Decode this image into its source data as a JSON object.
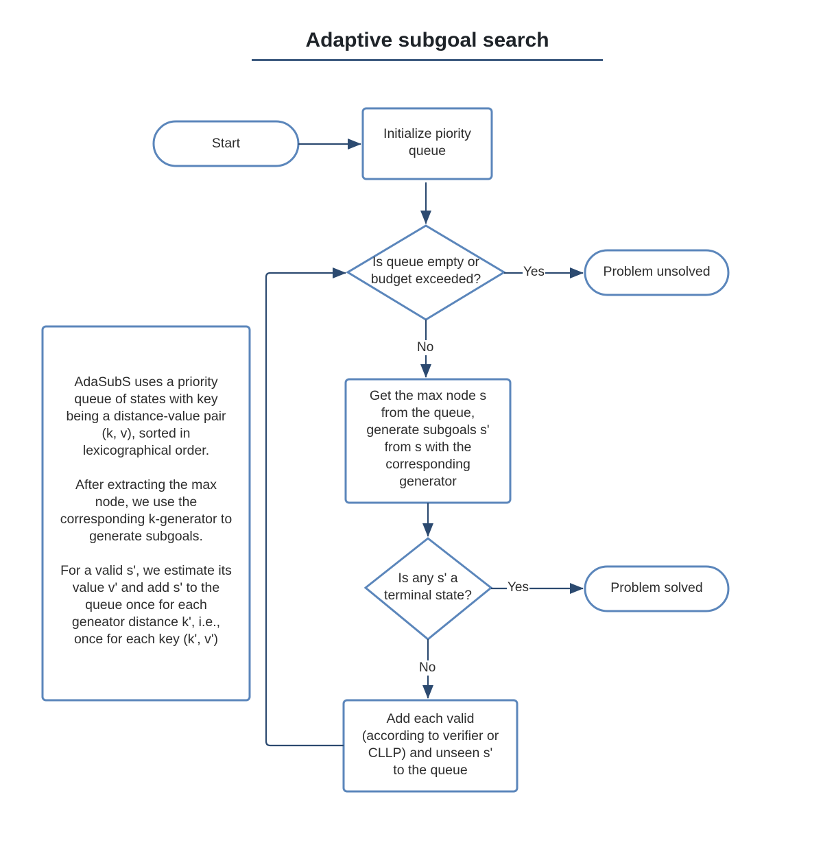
{
  "title": "Adaptive subgoal search",
  "colors": {
    "shape_stroke": "#5b86bb",
    "connector": "#2c4a70",
    "title_rule": "#3f5c80",
    "text": "#2d2d2d"
  },
  "nodes": {
    "start": {
      "type": "terminator",
      "text": "Start"
    },
    "init_queue": {
      "type": "process",
      "text": "Initialize piority\nqueue"
    },
    "check_empty": {
      "type": "decision",
      "text": "Is queue empty or\nbudget exceeded?"
    },
    "unsolved": {
      "type": "terminator",
      "text": "Problem unsolved"
    },
    "expand": {
      "type": "process",
      "text": "Get the max node s\nfrom the queue,\ngenerate subgoals s'\nfrom s with the\ncorresponding\ngenerator"
    },
    "check_terminal": {
      "type": "decision",
      "text": "Is any s' a\nterminal state?"
    },
    "solved": {
      "type": "terminator",
      "text": "Problem solved"
    },
    "add_valid": {
      "type": "process",
      "text": "Add each valid\n(according to verifier or\nCLLP) and unseen   s'\nto the queue"
    }
  },
  "note": {
    "text": "AdaSubS uses a priority\nqueue of states with key\nbeing a distance-value pair\n(k, v), sorted in\nlexicographical order.\n\nAfter extracting the max\nnode, we use the\ncorresponding k-generator to\ngenerate subgoals.\n\nFor a valid s', we estimate its\nvalue v' and add s' to the\nqueue once for each\ngeneator distance k', i.e.,\nonce for each key (k', v')"
  },
  "edges": [
    {
      "from": "start",
      "to": "init_queue",
      "label": ""
    },
    {
      "from": "init_queue",
      "to": "check_empty",
      "label": ""
    },
    {
      "from": "check_empty",
      "to": "unsolved",
      "label": "Yes"
    },
    {
      "from": "check_empty",
      "to": "expand",
      "label": "No"
    },
    {
      "from": "expand",
      "to": "check_terminal",
      "label": ""
    },
    {
      "from": "check_terminal",
      "to": "solved",
      "label": "Yes"
    },
    {
      "from": "check_terminal",
      "to": "add_valid",
      "label": "No"
    },
    {
      "from": "add_valid",
      "to": "check_empty",
      "label": ""
    }
  ]
}
